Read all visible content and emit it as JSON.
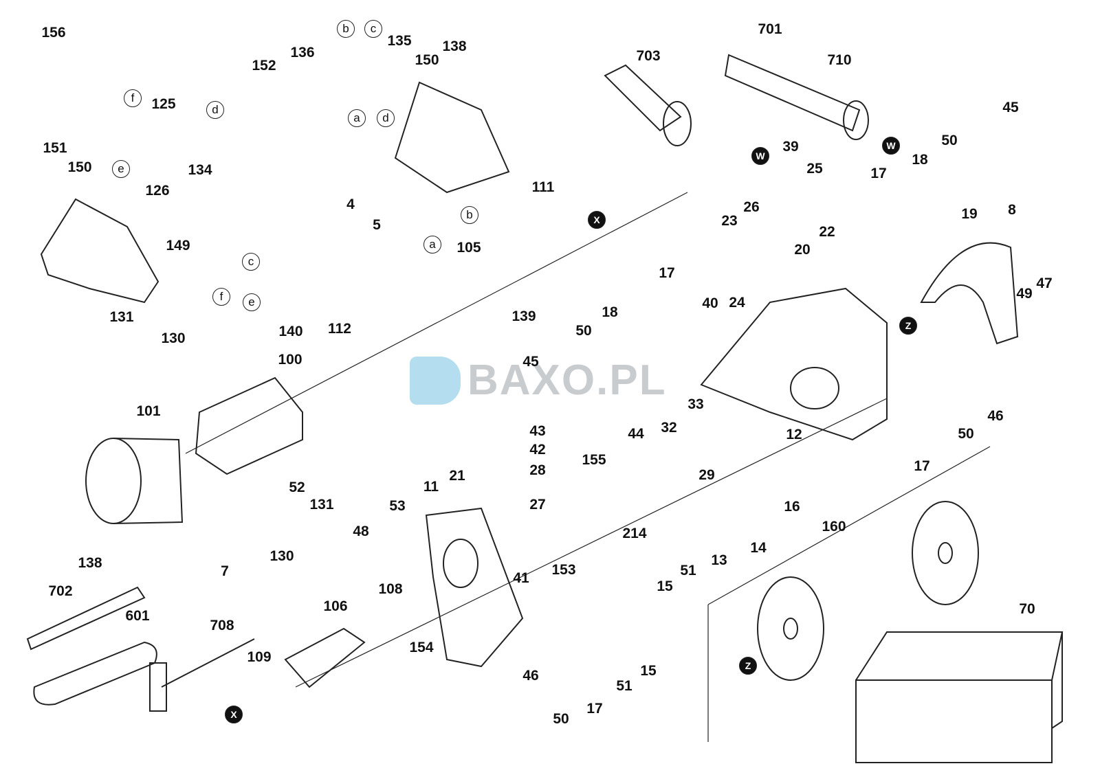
{
  "watermark": "BAXO.PL",
  "labels": [
    {
      "t": "156",
      "k": "n"
    },
    {
      "t": "125",
      "k": "n"
    },
    {
      "t": "f",
      "k": "c"
    },
    {
      "t": "d",
      "k": "c"
    },
    {
      "t": "136",
      "k": "n"
    },
    {
      "t": "b",
      "k": "c"
    },
    {
      "t": "c",
      "k": "c"
    },
    {
      "t": "135",
      "k": "n"
    },
    {
      "t": "138",
      "k": "n"
    },
    {
      "t": "150",
      "k": "n"
    },
    {
      "t": "a",
      "k": "c"
    },
    {
      "t": "d",
      "k": "c"
    },
    {
      "t": "152",
      "k": "n"
    },
    {
      "t": "151",
      "k": "n"
    },
    {
      "t": "150",
      "k": "n"
    },
    {
      "t": "e",
      "k": "c"
    },
    {
      "t": "134",
      "k": "n"
    },
    {
      "t": "126",
      "k": "n"
    },
    {
      "t": "149",
      "k": "n"
    },
    {
      "t": "c",
      "k": "c"
    },
    {
      "t": "4",
      "k": "n"
    },
    {
      "t": "5",
      "k": "n"
    },
    {
      "t": "b",
      "k": "c"
    },
    {
      "t": "a",
      "k": "c"
    },
    {
      "t": "703",
      "k": "n"
    },
    {
      "t": "701",
      "k": "n"
    },
    {
      "t": "710",
      "k": "n"
    },
    {
      "t": "W",
      "k": "d"
    },
    {
      "t": "45",
      "k": "n"
    },
    {
      "t": "W",
      "k": "d"
    },
    {
      "t": "39",
      "k": "n"
    },
    {
      "t": "25",
      "k": "n"
    },
    {
      "t": "17",
      "k": "n"
    },
    {
      "t": "18",
      "k": "n"
    },
    {
      "t": "50",
      "k": "n"
    },
    {
      "t": "111",
      "k": "n"
    },
    {
      "t": "X",
      "k": "d"
    },
    {
      "t": "105",
      "k": "n"
    },
    {
      "t": "26",
      "k": "n"
    },
    {
      "t": "23",
      "k": "n"
    },
    {
      "t": "22",
      "k": "n"
    },
    {
      "t": "20",
      "k": "n"
    },
    {
      "t": "19",
      "k": "n"
    },
    {
      "t": "8",
      "k": "n"
    },
    {
      "t": "17",
      "k": "n"
    },
    {
      "t": "40",
      "k": "n"
    },
    {
      "t": "24",
      "k": "n"
    },
    {
      "t": "139",
      "k": "n"
    },
    {
      "t": "131",
      "k": "n"
    },
    {
      "t": "f",
      "k": "c"
    },
    {
      "t": "e",
      "k": "c"
    },
    {
      "t": "140",
      "k": "n"
    },
    {
      "t": "130",
      "k": "n"
    },
    {
      "t": "112",
      "k": "n"
    },
    {
      "t": "18",
      "k": "n"
    },
    {
      "t": "50",
      "k": "n"
    },
    {
      "t": "Z",
      "k": "d"
    },
    {
      "t": "49",
      "k": "n"
    },
    {
      "t": "47",
      "k": "n"
    },
    {
      "t": "100",
      "k": "n"
    },
    {
      "t": "45",
      "k": "n"
    },
    {
      "t": "101",
      "k": "n"
    },
    {
      "t": "33",
      "k": "n"
    },
    {
      "t": "46",
      "k": "n"
    },
    {
      "t": "43",
      "k": "n"
    },
    {
      "t": "44",
      "k": "n"
    },
    {
      "t": "32",
      "k": "n"
    },
    {
      "t": "12",
      "k": "n"
    },
    {
      "t": "50",
      "k": "n"
    },
    {
      "t": "42",
      "k": "n"
    },
    {
      "t": "155",
      "k": "n"
    },
    {
      "t": "52",
      "k": "n"
    },
    {
      "t": "21",
      "k": "n"
    },
    {
      "t": "28",
      "k": "n"
    },
    {
      "t": "29",
      "k": "n"
    },
    {
      "t": "17",
      "k": "n"
    },
    {
      "t": "11",
      "k": "n"
    },
    {
      "t": "53",
      "k": "n"
    },
    {
      "t": "131",
      "k": "n"
    },
    {
      "t": "27",
      "k": "n"
    },
    {
      "t": "16",
      "k": "n"
    },
    {
      "t": "214",
      "k": "n"
    },
    {
      "t": "48",
      "k": "n"
    },
    {
      "t": "14",
      "k": "n"
    },
    {
      "t": "138",
      "k": "n"
    },
    {
      "t": "130",
      "k": "n"
    },
    {
      "t": "7",
      "k": "n"
    },
    {
      "t": "41",
      "k": "n"
    },
    {
      "t": "153",
      "k": "n"
    },
    {
      "t": "13",
      "k": "n"
    },
    {
      "t": "51",
      "k": "n"
    },
    {
      "t": "15",
      "k": "n"
    },
    {
      "t": "160",
      "k": "n"
    },
    {
      "t": "108",
      "k": "n"
    },
    {
      "t": "702",
      "k": "n"
    },
    {
      "t": "601",
      "k": "n"
    },
    {
      "t": "106",
      "k": "n"
    },
    {
      "t": "708",
      "k": "n"
    },
    {
      "t": "154",
      "k": "n"
    },
    {
      "t": "70",
      "k": "n"
    },
    {
      "t": "109",
      "k": "n"
    },
    {
      "t": "Z",
      "k": "d"
    },
    {
      "t": "46",
      "k": "n"
    },
    {
      "t": "51",
      "k": "n"
    },
    {
      "t": "15",
      "k": "n"
    },
    {
      "t": "X",
      "k": "d"
    },
    {
      "t": "50",
      "k": "n"
    },
    {
      "t": "17",
      "k": "n"
    }
  ]
}
